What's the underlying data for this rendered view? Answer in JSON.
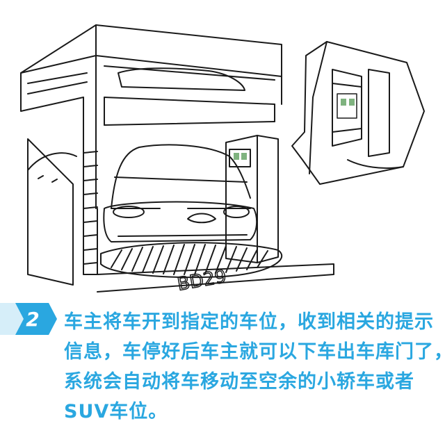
{
  "illustration": {
    "plate_text": "BD29"
  },
  "step": {
    "number": "2",
    "lines": [
      "车主将车开到指定的车位，收到相关的提示",
      "信息，车停好后车主就可以下车出车库门了，",
      "系统会自动将车移动至空余的小轿车或者",
      "SUV车位。"
    ]
  },
  "colors": {
    "accent": "#2aa7e0",
    "accent_light": "#d6eef9",
    "line_art": "#1a1a1a"
  }
}
